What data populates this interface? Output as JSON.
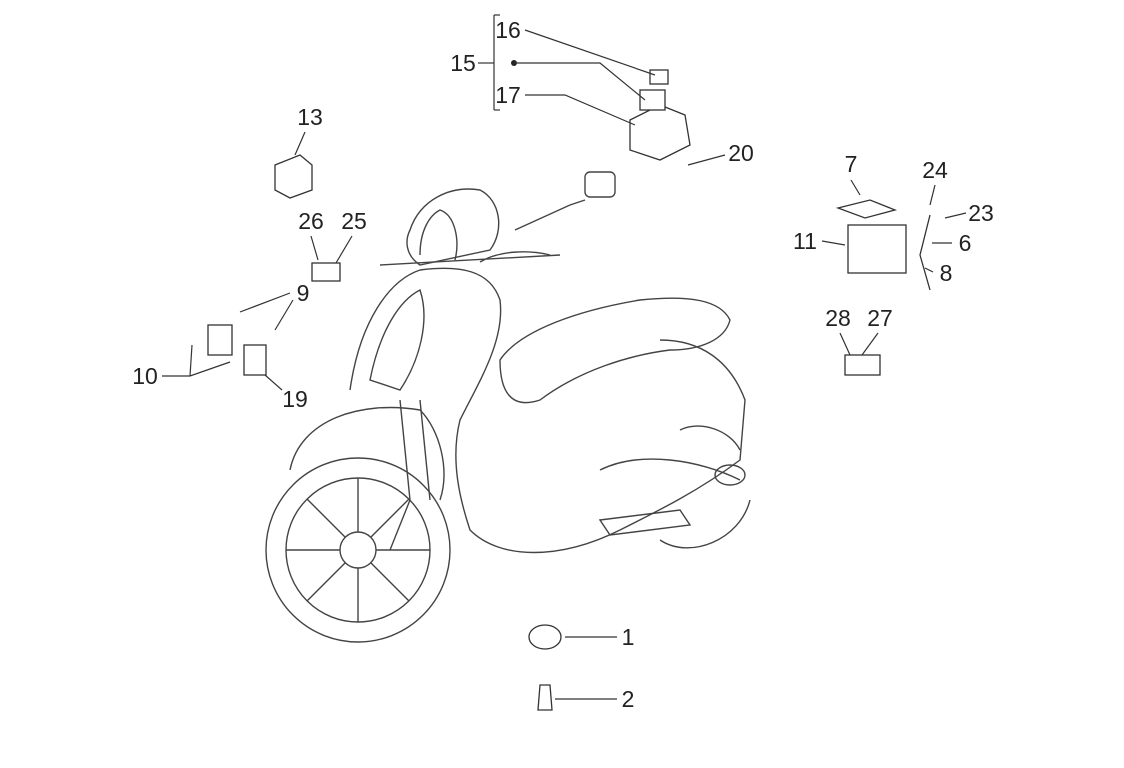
{
  "diagram": {
    "title_hidden": "",
    "callouts": {
      "c1": "1",
      "c2": "2",
      "c6": "6",
      "c7": "7",
      "c8": "8",
      "c9": "9",
      "c10": "10",
      "c11": "11",
      "c13": "13",
      "c15": "15",
      "c16": "16",
      "c17": "17",
      "c19": "19",
      "c20": "20",
      "c23": "23",
      "c24": "24",
      "c25": "25",
      "c26": "26",
      "c27": "27",
      "c28": "28"
    },
    "colors": {
      "ink": "#222222",
      "background": "#ffffff"
    }
  }
}
